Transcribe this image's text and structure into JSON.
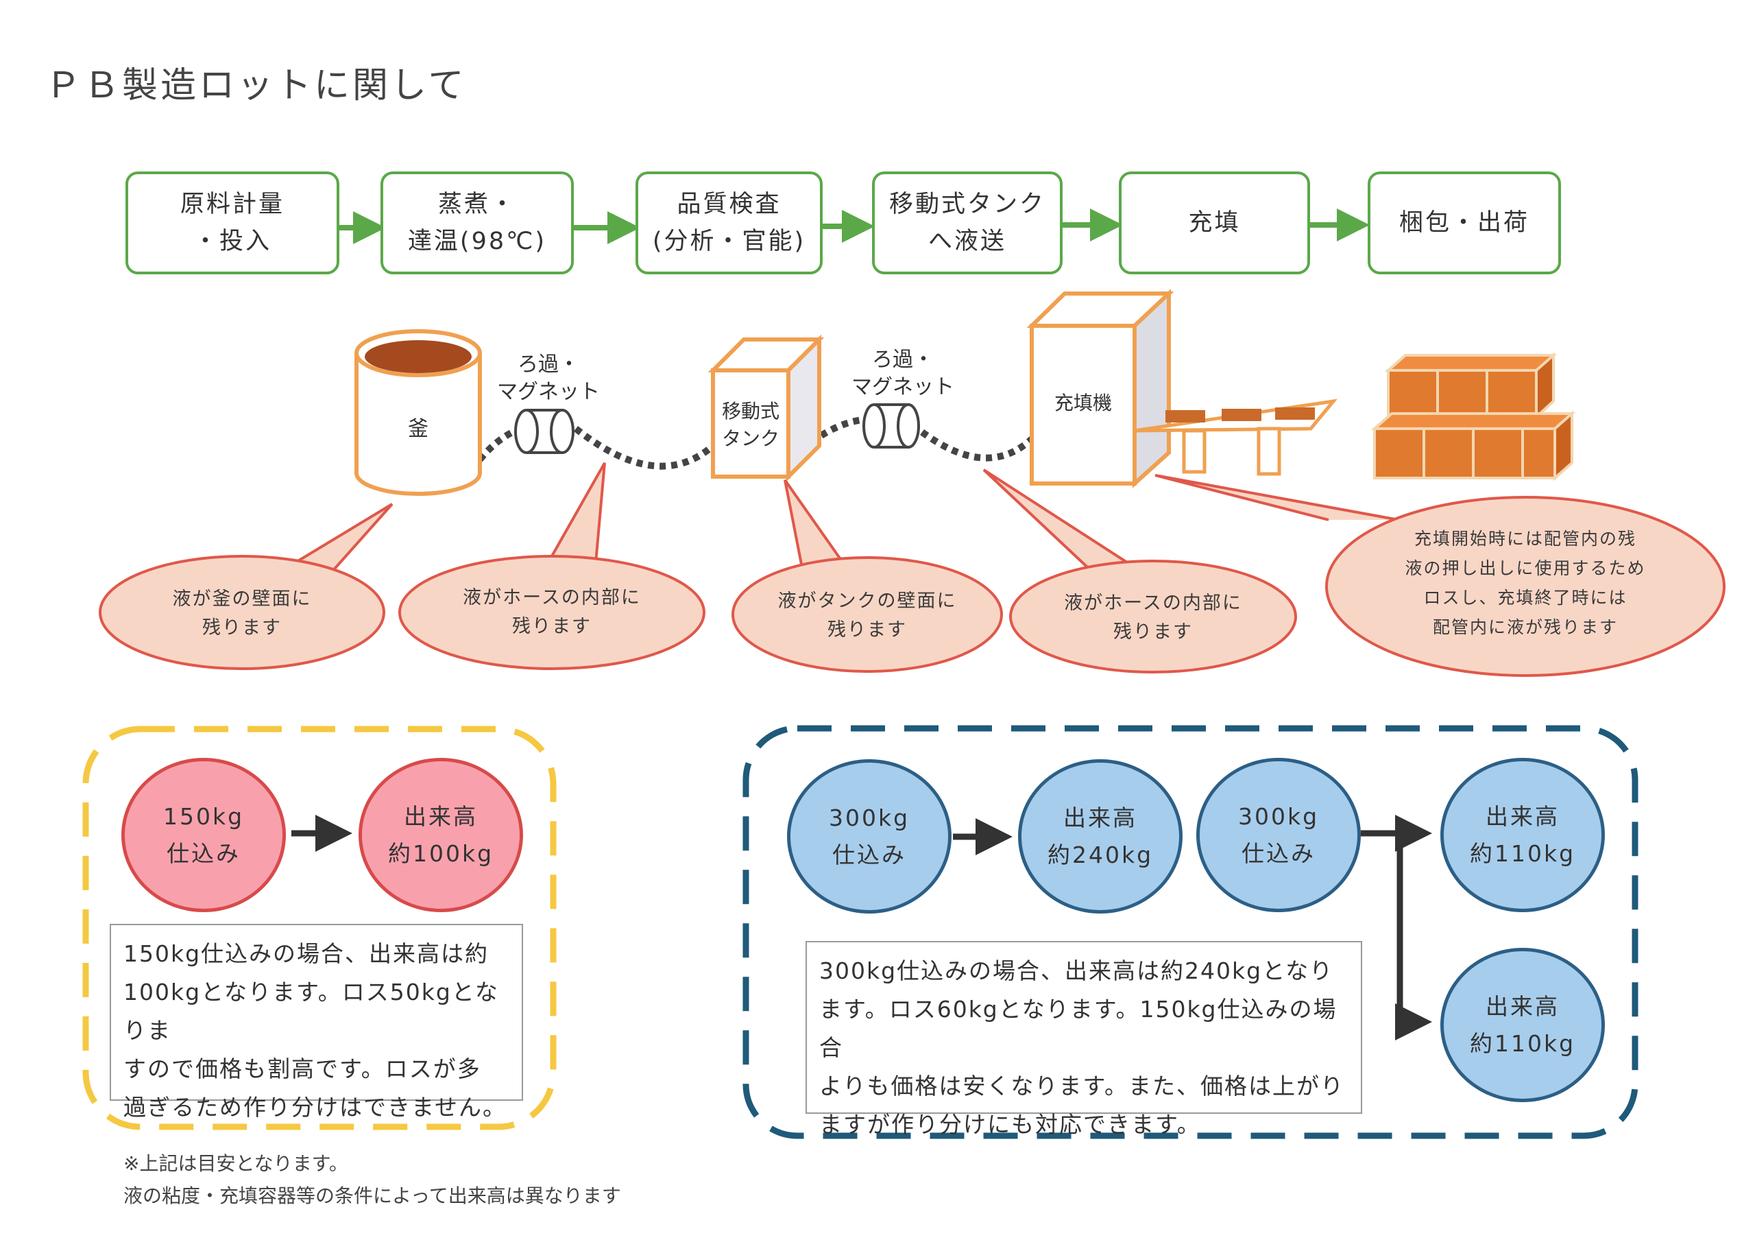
{
  "title": "ＰＢ製造ロットに関して",
  "process_steps": [
    {
      "line1": "原料計量",
      "line2": "・投入"
    },
    {
      "line1": "蒸煮・",
      "line2": "達温(98℃)"
    },
    {
      "line1": "品質検査",
      "line2": "(分析・官能)"
    },
    {
      "line1": "移動式タンク",
      "line2": "へ液送"
    },
    {
      "line1": "充填",
      "line2": ""
    },
    {
      "line1": "梱包・出荷",
      "line2": ""
    }
  ],
  "equipment": {
    "kettle": "釜",
    "filter1": {
      "line1": "ろ過・",
      "line2": "マグネット"
    },
    "tank": {
      "line1": "移動式",
      "line2": "タンク"
    },
    "filter2": {
      "line1": "ろ過・",
      "line2": "マグネット"
    },
    "filler": "充填機"
  },
  "bubbles": [
    {
      "line1": "液が釜の壁面に",
      "line2": "残ります"
    },
    {
      "line1": "液がホースの内部に",
      "line2": "残ります"
    },
    {
      "line1": "液がタンクの壁面に",
      "line2": "残ります"
    },
    {
      "line1": "液がホースの内部に",
      "line2": "残ります"
    },
    {
      "line1": "充填開始時には配管内の残",
      "line2": "液の押し出しに使用するため",
      "line3": "ロスし、充填終了時には",
      "line4": "配管内に液が残ります"
    }
  ],
  "left_panel": {
    "circle_input": {
      "line1": "150kg",
      "line2": "仕込み"
    },
    "circle_output": {
      "line1": "出来高",
      "line2": "約100kg"
    },
    "note_lines": [
      "150kg仕込みの場合、出来高は約",
      "100kgとなります。ロス50kgとなりま",
      "すので価格も割高です。ロスが多",
      "過ぎるため作り分けはできません。"
    ]
  },
  "right_panel": {
    "circle_a_input": {
      "line1": "300kg",
      "line2": "仕込み"
    },
    "circle_a_output": {
      "line1": "出来高",
      "line2": "約240kg"
    },
    "circle_b_input": {
      "line1": "300kg",
      "line2": "仕込み"
    },
    "circle_b_out1": {
      "line1": "出来高",
      "line2": "約110kg"
    },
    "circle_b_out2": {
      "line1": "出来高",
      "line2": "約110kg"
    },
    "note_lines": [
      "300kg仕込みの場合、出来高は約240kgとなり",
      "ます。ロス60kgとなります。150kg仕込みの場合",
      "よりも価格は安くなります。また、価格は上がり",
      "ますが作り分けにも対応できます。"
    ]
  },
  "footnotes": [
    "※上記は目安となります。",
    "液の粘度・充填容器等の条件によって出来高は異なります"
  ],
  "colors": {
    "step_border": "#5ba849",
    "equipment": "#f0a050",
    "bubble_fill": "#f8d6c6",
    "bubble_stroke": "#e0584a",
    "left_frame": "#f5c842",
    "right_frame": "#1f5a7a"
  }
}
